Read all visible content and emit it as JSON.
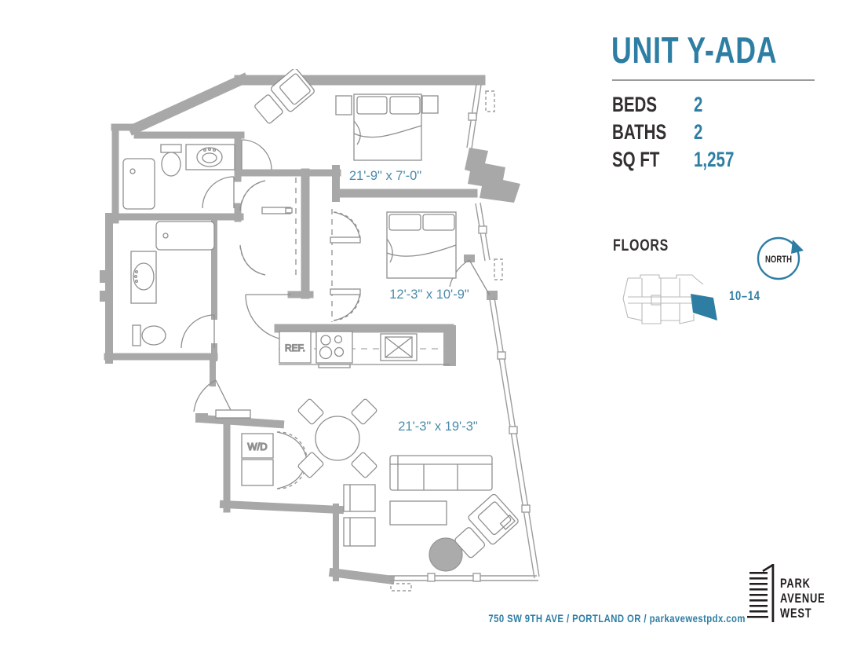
{
  "colors": {
    "accent": "#2e7ea4",
    "dimension_text": "#4a8cab",
    "dark_text": "#332e2f",
    "wall_gray": "#a8a8a8"
  },
  "header": {
    "title": "UNIT Y-ADA"
  },
  "stats": {
    "rows": [
      {
        "label": "BEDS",
        "value": "2"
      },
      {
        "label": "BATHS",
        "value": "2"
      },
      {
        "label": "SQ FT",
        "value": "1,257"
      }
    ]
  },
  "floors": {
    "heading": "FLOORS",
    "range": "10–14"
  },
  "compass": {
    "label": "NORTH"
  },
  "floor_plan": {
    "dimension_labels": {
      "bedroom_1": "21'-9\" x 7'-0\"",
      "bedroom_2": "12'-3\" x 10'-9\"",
      "living_area": "21'-3\" x 19'-3\""
    },
    "refrigerator_label": "REF.",
    "washer_dryer_label": "W/D"
  },
  "footer": {
    "address": "750 SW 9TH AVE / PORTLAND OR / parkavewestpdx.com",
    "logo": {
      "line1": "PARK",
      "line2": "AVENUE",
      "line3": "WEST"
    }
  }
}
